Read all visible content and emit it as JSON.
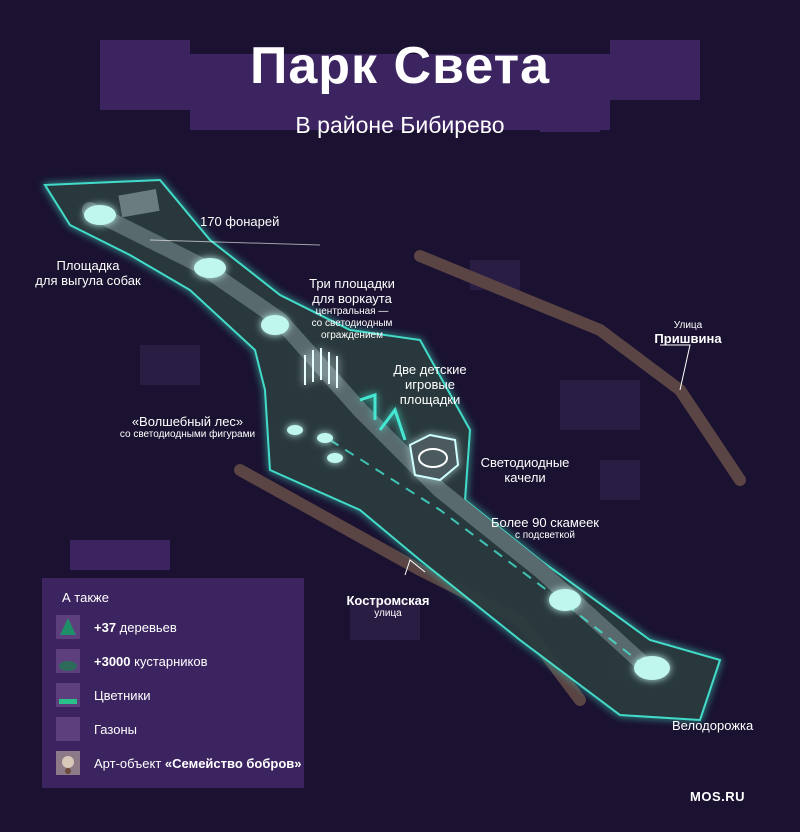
{
  "header": {
    "title": "Парк Света",
    "subtitle": "В районе Бибирево"
  },
  "labels": {
    "lamps": "170 фонарей",
    "dog_area_1": "Площадка",
    "dog_area_2": "для выгула собак",
    "workout_1": "Три площадки",
    "workout_2": "для воркаута",
    "workout_note_1": "центральная —",
    "workout_note_2": "со светодиодным",
    "workout_note_3": "ограждением",
    "kids_1": "Две детские",
    "kids_2": "игровые",
    "kids_3": "площадки",
    "forest_1": "«Волшебный лес»",
    "forest_2": "со светодиодными фигурами",
    "swings_1": "Светодиодные",
    "swings_2": "качели",
    "benches_1": "Более 90 скамеек",
    "benches_2": "с подсветкой",
    "bike_path": "Велодорожка"
  },
  "streets": {
    "prishvina_word": "Улица",
    "prishvina_name": "Пришвина",
    "kostroma_name": "Костромская",
    "kostroma_word": "улица"
  },
  "legend": {
    "title": "А также",
    "items": [
      {
        "icon": "tree-icon",
        "bold": "+37",
        "text": " деревьев"
      },
      {
        "icon": "bush-icon",
        "bold": "+3000",
        "text": " кустарников"
      },
      {
        "icon": "flowerbed-icon",
        "bold": "",
        "text": "Цветники"
      },
      {
        "icon": "lawn-icon",
        "bold": "",
        "text": "Газоны"
      },
      {
        "icon": "beaver-icon",
        "prefix": "Арт-объект ",
        "bold": "«Семейство бобров»",
        "text": ""
      }
    ]
  },
  "brand": "MOS.RU",
  "colors": {
    "background": "#1a1230",
    "panel": "#3b2460",
    "park_area": "#2b3a3e",
    "neon": "#45e6d2",
    "road": "#4a3a3a"
  }
}
